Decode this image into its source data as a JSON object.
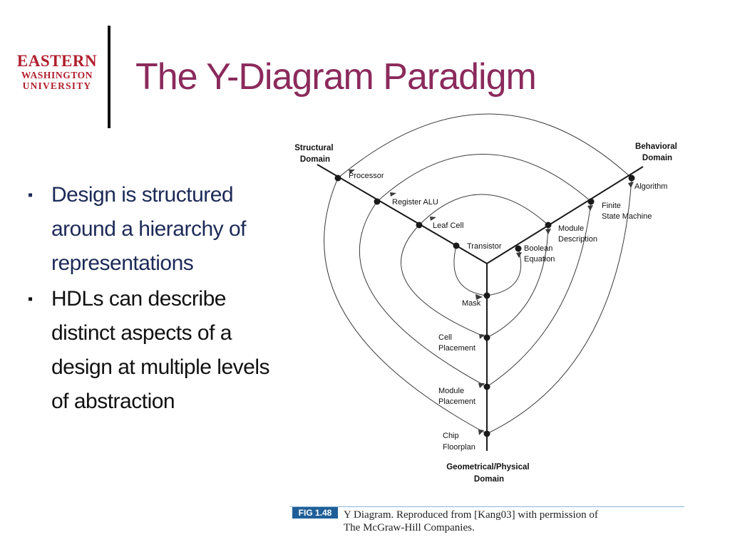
{
  "header": {
    "logo": {
      "line1": "EASTERN",
      "line2": "WASHINGTON",
      "line3": "UNIVERSITY"
    },
    "title": "The Y-Diagram Paradigm"
  },
  "bullets": [
    {
      "text": "Design is structured around a hierarchy of representations",
      "marker": "▪"
    },
    {
      "text": "HDLs can describe distinct aspects of a design at multiple levels of abstraction",
      "marker": "▪"
    }
  ],
  "diagram": {
    "domains": {
      "structural": [
        "Structural",
        "Domain"
      ],
      "behavioral": [
        "Behavioral",
        "Domain"
      ],
      "geometric": [
        "Geometrical/Physical",
        "Domain"
      ]
    },
    "structural_levels": [
      "Processor",
      "Register ALU",
      "Leaf Cell",
      "Transistor"
    ],
    "behavioral_levels": [
      [
        "Algorithm"
      ],
      [
        "Finite",
        "State Machine"
      ],
      [
        "Module",
        "Description"
      ],
      [
        "Boolean",
        "Equation"
      ]
    ],
    "geometric_levels": [
      [
        "Mask"
      ],
      [
        "Cell",
        "Placement"
      ],
      [
        "Module",
        "Placement"
      ],
      [
        "Chip",
        "Floorplan"
      ]
    ]
  },
  "figure": {
    "tag": "FIG 1.48",
    "caption_line1": "Y Diagram. Reproduced from [Kang03] with permission of",
    "caption_line2": "The McGraw-Hill Companies."
  },
  "colors": {
    "title": "#8b2a5c",
    "logo": "#b01e2d",
    "bullet_text": "#1c2a57",
    "figure_tag": "#1f5f99"
  }
}
